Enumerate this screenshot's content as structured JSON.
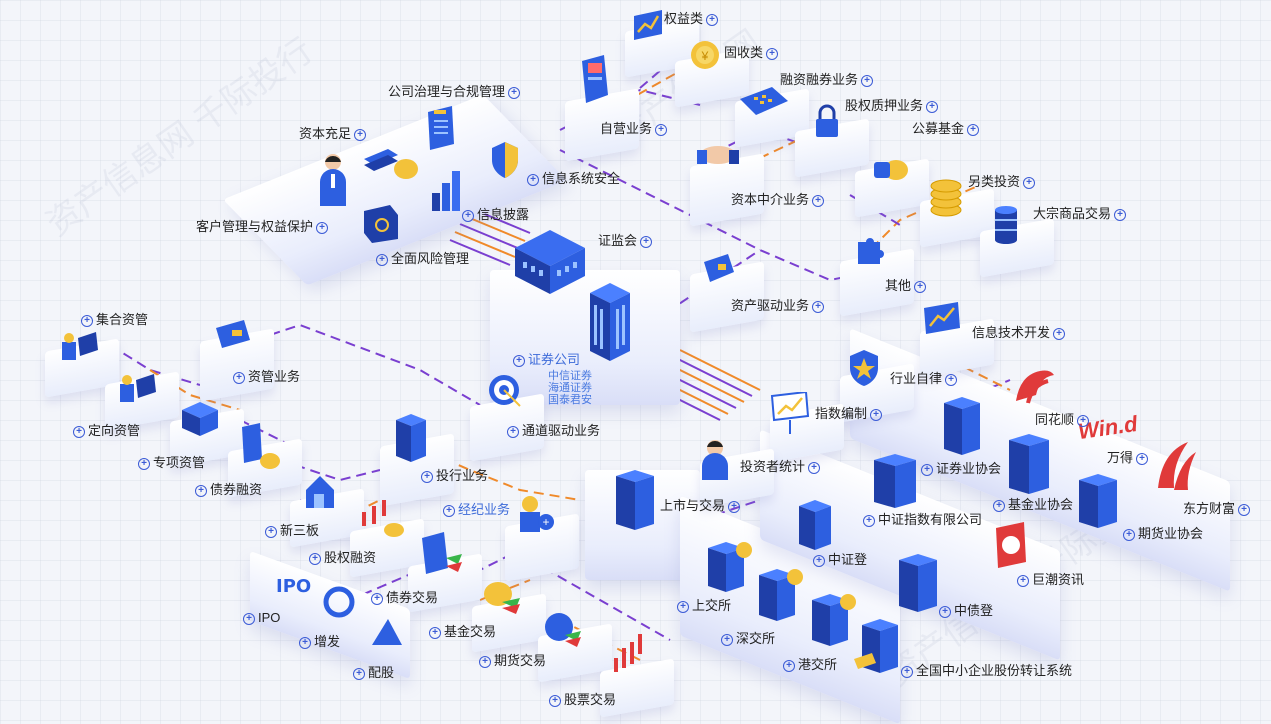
{
  "center": {
    "regulator": "证监会",
    "firm": "证券公司",
    "firms": [
      "中信证券",
      "海通证券",
      "国泰君安"
    ]
  },
  "nodes": {
    "quanyi": "权益类",
    "gushou": "固收类",
    "rongzi": "融资融券业务",
    "guquan_zhiya": "股权质押业务",
    "gongmu": "公募基金",
    "ziying": "自营业务",
    "ziben_zhongjie": "资本中介业务",
    "linglei": "另类投资",
    "dazong": "大宗商品交易",
    "qita": "其他",
    "zichan_qudong": "资产驱动业务",
    "gongsi_zhili": "公司治理与合规管理",
    "ziben_chongzu": "资本充足",
    "xinxi_anquan": "信息系统安全",
    "xinxi_pilu": "信息披露",
    "kehu_guanli": "客户管理与权益保护",
    "quanmian_fengxian": "全面风险管理",
    "jihe_ziguan": "集合资管",
    "ziguan_yewu": "资管业务",
    "dingxiang_ziguan": "定向资管",
    "zhuanxiang_ziguan": "专项资管",
    "zhaiquan_rongzi": "债券融资",
    "tongdao_qudong": "通道驱动业务",
    "touhang_yewu": "投行业务",
    "xinsanban": "新三板",
    "guquan_rongzi": "股权融资",
    "jingji_yewu": "经纪业务",
    "ipo": "IPO",
    "zhaiquan_jiaoyi": "债券交易",
    "zengfa": "增发",
    "jijin_jiaoyi": "基金交易",
    "peigu": "配股",
    "qihuo_jiaoyi": "期货交易",
    "gupiao_jiaoyi": "股票交易",
    "xinxi_jishu": "信息技术开发",
    "hangye_zilv": "行业自律",
    "tonghuashun": "同花顺",
    "zhishu_bianzhi": "指数编制",
    "wande": "万得",
    "touzizhe_tongji": "投资者统计",
    "zhengquan_xiehui": "证券业协会",
    "dongfang_caifu": "东方财富",
    "jijin_xiehui": "基金业协会",
    "shangshi_jiaoyi": "上市与交易",
    "zhongzheng_zhishu": "中证指数有限公司",
    "qihuo_xiehui": "期货业协会",
    "zhongzhengdeng": "中证登",
    "juchao": "巨潮资讯",
    "shangjiaosuo": "上交所",
    "zhongzhaideng": "中债登",
    "shenjiaosuo": "深交所",
    "gangjiaosuo": "港交所",
    "xinsanban_full": "全国中小企业股份转让系统"
  },
  "colors": {
    "purple": "#7a3fd0",
    "orange": "#f08a2a",
    "blue": "#2d5fe0",
    "navy": "#1f3fa8"
  },
  "logos": {
    "wind": "Win.d"
  }
}
